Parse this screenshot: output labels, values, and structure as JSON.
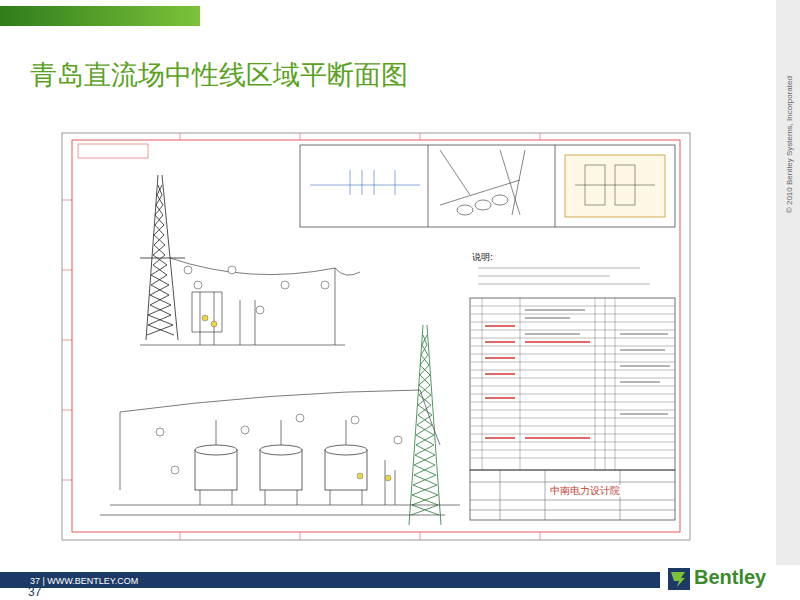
{
  "diagram": {
    "title": "青岛直流场中性线区域平断面图",
    "labels": [
      "说明:",
      "中南电力设计院",
      "37 | WWW.BENTLEY.COM",
      "37",
      "© 2010 Bentley Systems, Incorporated",
      "Bentley"
    ]
  }
}
